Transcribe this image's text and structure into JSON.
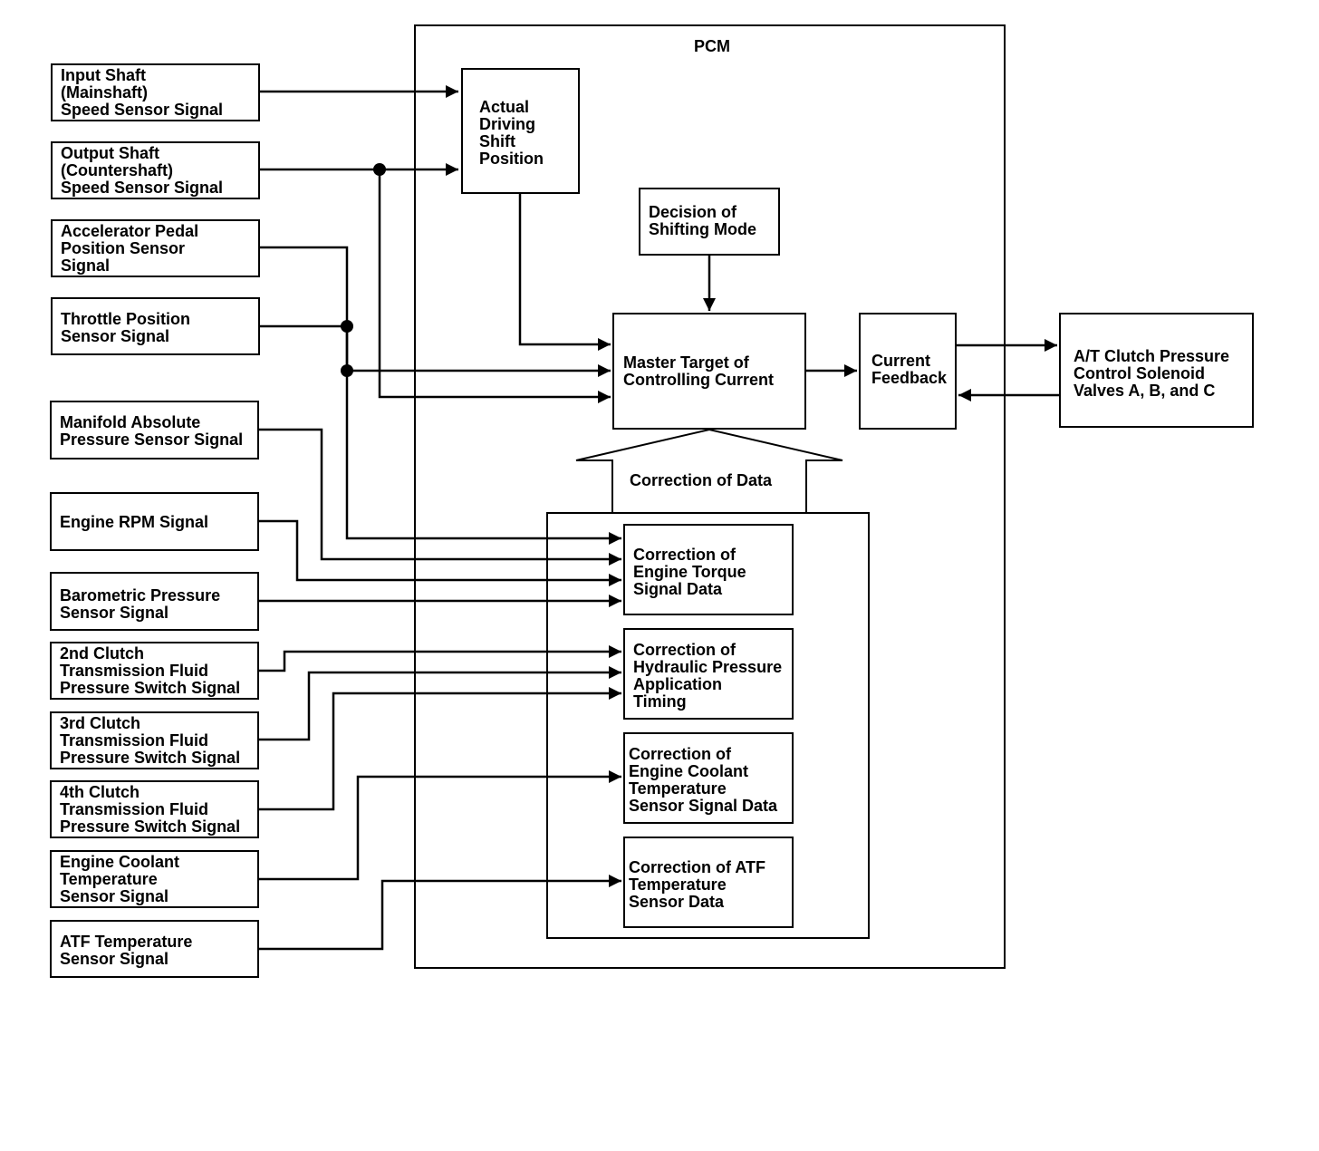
{
  "pcm": {
    "title": "PCM"
  },
  "inputs": [
    {
      "id": "input-shaft",
      "label": "Input Shaft\n(Mainshaft)\nSpeed Sensor Signal"
    },
    {
      "id": "output-shaft",
      "label": "Output Shaft\n(Countershaft)\nSpeed Sensor Signal"
    },
    {
      "id": "accelerator-pedal",
      "label": "Accelerator Pedal\nPosition Sensor\nSignal"
    },
    {
      "id": "throttle-position",
      "label": "Throttle Position\nSensor Signal"
    },
    {
      "id": "map-sensor",
      "label": "Manifold Absolute\nPressure Sensor Signal"
    },
    {
      "id": "engine-rpm",
      "label": "Engine RPM Signal"
    },
    {
      "id": "barometric",
      "label": "Barometric Pressure\nSensor Signal"
    },
    {
      "id": "clutch-2nd",
      "label": "2nd Clutch\nTransmission Fluid\nPressure Switch Signal"
    },
    {
      "id": "clutch-3rd",
      "label": "3rd Clutch\nTransmission Fluid\nPressure Switch Signal"
    },
    {
      "id": "clutch-4th",
      "label": "4th Clutch\nTransmission Fluid\nPressure Switch Signal"
    },
    {
      "id": "ect-sensor",
      "label": "Engine Coolant\nTemperature\nSensor Signal"
    },
    {
      "id": "atf-sensor",
      "label": "ATF Temperature\nSensor Signal"
    }
  ],
  "blocks": {
    "actual_driving": "Actual\nDriving\nShift\nPosition",
    "decision_shifting": "Decision of\nShifting Mode",
    "master_target": "Master Target of\nControlling Current",
    "current_feedback": "Current\nFeedback",
    "solenoid": "A/T Clutch Pressure\nControl Solenoid\nValves A, B, and C",
    "correction_data": "Correction of Data"
  },
  "corrections": [
    {
      "id": "engine-torque",
      "label": "Correction of\nEngine Torque\nSignal Data"
    },
    {
      "id": "hydraulic",
      "label": "Correction of\nHydraulic Pressure\nApplication\nTiming"
    },
    {
      "id": "ect",
      "label": "Correction of\nEngine Coolant\nTemperature\nSensor Signal Data"
    },
    {
      "id": "atf",
      "label": "Correction of ATF\nTemperature\nSensor Data"
    }
  ]
}
